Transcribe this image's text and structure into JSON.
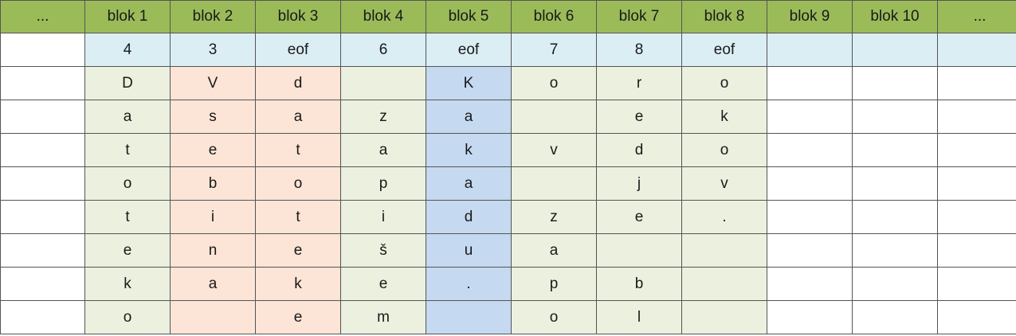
{
  "colors": {
    "header_bg": "#9bbb59",
    "pointer_bg": "#dbeef3",
    "file_a": "#ebf1de",
    "file_b": "#fce4d6",
    "file_c": "#c5d9f1",
    "empty": "#ffffff",
    "border": "#555555"
  },
  "headers": [
    "...",
    "blok 1",
    "blok 2",
    "blok 3",
    "blok 4",
    "blok 5",
    "blok 6",
    "blok 7",
    "blok 8",
    "blok 9",
    "blok 10",
    "..."
  ],
  "pointers": [
    "",
    "4",
    "3",
    "eof",
    "6",
    "eof",
    "7",
    "8",
    "eof",
    "",
    "",
    ""
  ],
  "column_fill": [
    "empty",
    "file_a",
    "file_b",
    "file_b",
    "file_a",
    "file_c",
    "file_a",
    "file_a",
    "file_a",
    "empty",
    "empty",
    "empty"
  ],
  "rows": [
    [
      "",
      "D",
      "V",
      "d",
      "",
      "K",
      "o",
      "r",
      "o",
      "",
      "",
      ""
    ],
    [
      "",
      "a",
      "s",
      "a",
      "z",
      "a",
      "",
      "e",
      "k",
      "",
      "",
      ""
    ],
    [
      "",
      "t",
      "e",
      "t",
      "a",
      "k",
      "v",
      "d",
      "o",
      "",
      "",
      ""
    ],
    [
      "",
      "o",
      "b",
      "o",
      "p",
      "a",
      "",
      "j",
      "v",
      "",
      "",
      ""
    ],
    [
      "",
      "t",
      "i",
      "t",
      "i",
      "d",
      "z",
      "e",
      ".",
      "",
      "",
      ""
    ],
    [
      "",
      "e",
      "n",
      "e",
      "š",
      "u",
      "a",
      "",
      "",
      "",
      "",
      ""
    ],
    [
      "",
      "k",
      "a",
      "k",
      "e",
      ".",
      "p",
      "b",
      "",
      "",
      "",
      ""
    ],
    [
      "",
      "o",
      "",
      "e",
      "m",
      "",
      "o",
      "l",
      "",
      "",
      "",
      ""
    ]
  ]
}
